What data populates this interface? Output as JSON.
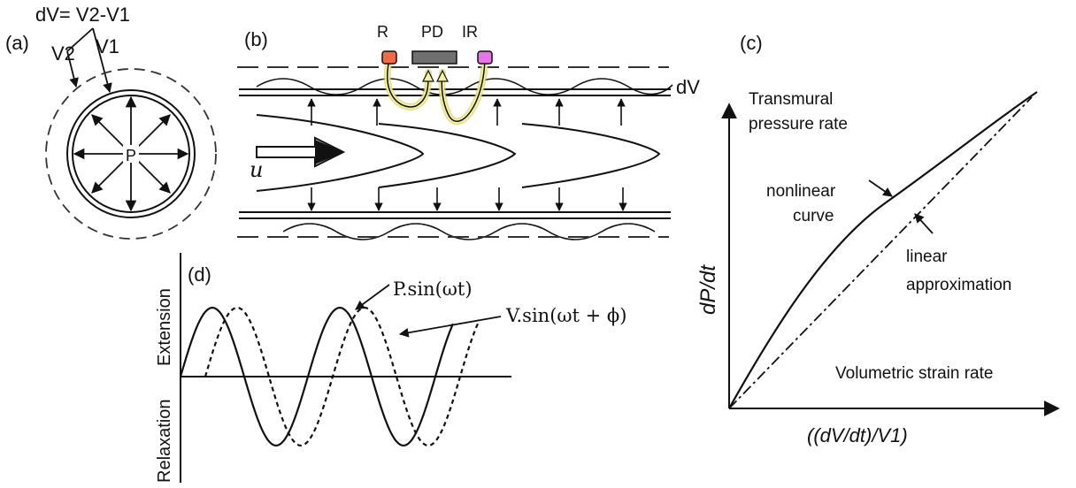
{
  "panel_a": {
    "label": "(a)",
    "formula": "dV= V2-V1",
    "v2_label": "V2",
    "v1_label": "V1",
    "pressure_label": "P"
  },
  "panel_b": {
    "label": "(b)",
    "sensor_r": "R",
    "sensor_pd": "PD",
    "sensor_ir": "IR",
    "dv_label": "dV",
    "flow_label": "u",
    "colors": {
      "r_sensor": "#f06a45",
      "pd_sensor": "#707070",
      "ir_sensor": "#e676e6",
      "light_path": "#f4f0a0"
    }
  },
  "panel_c": {
    "label": "(c)",
    "y_title": "Transmural pressure rate",
    "y_title_line1": "Transmural",
    "y_title_line2": "pressure rate",
    "y_axis": "dP/dt",
    "x_title": "Volumetric strain rate",
    "x_axis": "((dV/dt)/V1)",
    "nonlinear_line1": "nonlinear",
    "nonlinear_line2": "curve",
    "linear_line1": "linear",
    "linear_line2": "approximation"
  },
  "panel_d": {
    "label": "(d)",
    "extension": "Extension",
    "relaxation": "Relaxation",
    "p_wave": "P.sin(ωt)",
    "v_wave": "V.sin(ωt + ϕ)"
  }
}
